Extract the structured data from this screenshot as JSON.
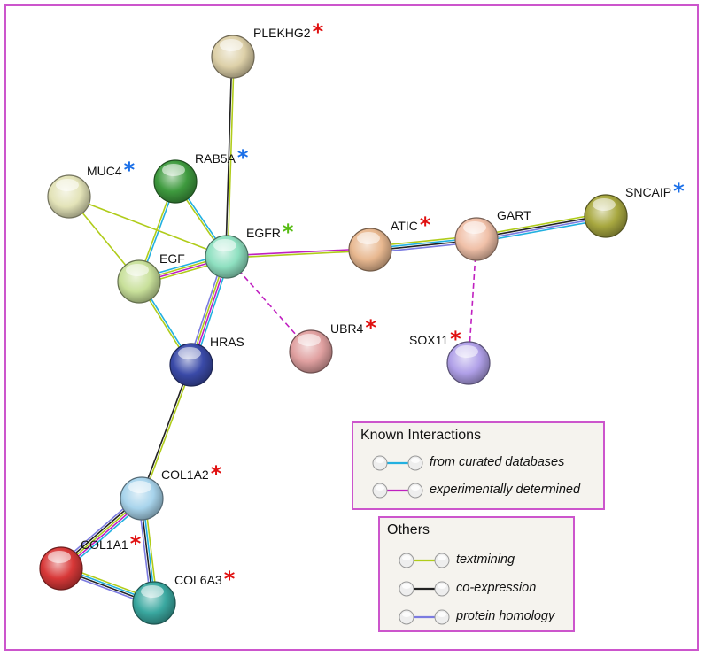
{
  "colors": {
    "frame": "#cc55cc",
    "curated": "#22b0e0",
    "experimental": "#c020c0",
    "textmining": "#b0cc1a",
    "coexpression": "#222222",
    "homology": "#7b7be0",
    "star_red": "#e01010",
    "star_blue": "#1a6fe8",
    "star_green": "#55bb11"
  },
  "nodes": [
    {
      "id": "PLEKHG2",
      "label": "PLEKHG2",
      "star": "*",
      "star_color": "#e01010",
      "color": "#ddd0a8"
    },
    {
      "id": "RAB5A",
      "label": "RAB5A",
      "star": "*",
      "star_color": "#1a6fe8",
      "color": "#3e9a3e"
    },
    {
      "id": "MUC4",
      "label": "MUC4",
      "star": "*",
      "star_color": "#1a6fe8",
      "color": "#e3e3b8"
    },
    {
      "id": "EGFR",
      "label": "EGFR",
      "star": "*",
      "star_color": "#55bb11",
      "color": "#8ee0c0"
    },
    {
      "id": "EGF",
      "label": "EGF",
      "star": "",
      "star_color": "",
      "color": "#c8e09a"
    },
    {
      "id": "HRAS",
      "label": "HRAS",
      "star": "",
      "star_color": "",
      "color": "#3a4aa8"
    },
    {
      "id": "UBR4",
      "label": "UBR4",
      "star": "*",
      "star_color": "#e01010",
      "color": "#e0a0a0"
    },
    {
      "id": "ATIC",
      "label": "ATIC",
      "star": "*",
      "star_color": "#e01010",
      "color": "#e8b890"
    },
    {
      "id": "GART",
      "label": "GART",
      "star": "",
      "star_color": "",
      "color": "#f0c0a8"
    },
    {
      "id": "SNCAIP",
      "label": "SNCAIP",
      "star": "*",
      "star_color": "#1a6fe8",
      "color": "#a8a840"
    },
    {
      "id": "SOX11",
      "label": "SOX11",
      "star": "*",
      "star_color": "#e01010",
      "color": "#b0a0e8"
    },
    {
      "id": "COL1A2",
      "label": "COL1A2",
      "star": "*",
      "star_color": "#e01010",
      "color": "#a8d4ec"
    },
    {
      "id": "COL1A1",
      "label": "COL1A1",
      "star": "*",
      "star_color": "#e01010",
      "color": "#d83838"
    },
    {
      "id": "COL6A3",
      "label": "COL6A3",
      "star": "*",
      "star_color": "#e01010",
      "color": "#3aa8a0"
    }
  ],
  "edges": [
    {
      "from": "PLEKHG2",
      "to": "EGFR",
      "types": [
        "textmining",
        "coexpression"
      ]
    },
    {
      "from": "RAB5A",
      "to": "EGFR",
      "types": [
        "curated",
        "textmining"
      ]
    },
    {
      "from": "RAB5A",
      "to": "EGF",
      "types": [
        "curated",
        "textmining"
      ]
    },
    {
      "from": "MUC4",
      "to": "EGF",
      "types": [
        "textmining"
      ]
    },
    {
      "from": "MUC4",
      "to": "EGFR",
      "types": [
        "textmining"
      ]
    },
    {
      "from": "EGF",
      "to": "EGFR",
      "types": [
        "curated",
        "textmining",
        "experimental",
        "textmining"
      ]
    },
    {
      "from": "EGF",
      "to": "HRAS",
      "types": [
        "curated",
        "textmining"
      ]
    },
    {
      "from": "EGFR",
      "to": "HRAS",
      "types": [
        "curated",
        "experimental",
        "textmining",
        "homology"
      ]
    },
    {
      "from": "EGFR",
      "to": "ATIC",
      "types": [
        "experimental",
        "textmining"
      ]
    },
    {
      "from": "EGFR",
      "to": "UBR4",
      "types": [
        "dashed"
      ]
    },
    {
      "from": "ATIC",
      "to": "GART",
      "types": [
        "textmining",
        "curated",
        "coexpression",
        "homology"
      ]
    },
    {
      "from": "GART",
      "to": "SNCAIP",
      "types": [
        "textmining",
        "coexpression",
        "homology",
        "curated"
      ]
    },
    {
      "from": "GART",
      "to": "SOX11",
      "types": [
        "dashed"
      ]
    },
    {
      "from": "HRAS",
      "to": "COL1A2",
      "types": [
        "textmining",
        "coexpression"
      ]
    },
    {
      "from": "COL1A2",
      "to": "COL1A1",
      "types": [
        "curated",
        "experimental",
        "textmining",
        "coexpression",
        "homology"
      ]
    },
    {
      "from": "COL1A2",
      "to": "COL6A3",
      "types": [
        "textmining",
        "curated",
        "coexpression",
        "homology"
      ]
    },
    {
      "from": "COL1A1",
      "to": "COL6A3",
      "types": [
        "textmining",
        "curated",
        "coexpression",
        "homology"
      ]
    }
  ],
  "legend": {
    "known": {
      "title": "Known Interactions",
      "items": [
        {
          "label": "from curated databases",
          "type": "curated"
        },
        {
          "label": "experimentally determined",
          "type": "experimental"
        }
      ]
    },
    "others": {
      "title": "Others",
      "items": [
        {
          "label": "textmining",
          "type": "textmining"
        },
        {
          "label": "co-expression",
          "type": "coexpression"
        },
        {
          "label": "protein homology",
          "type": "homology"
        }
      ]
    }
  }
}
